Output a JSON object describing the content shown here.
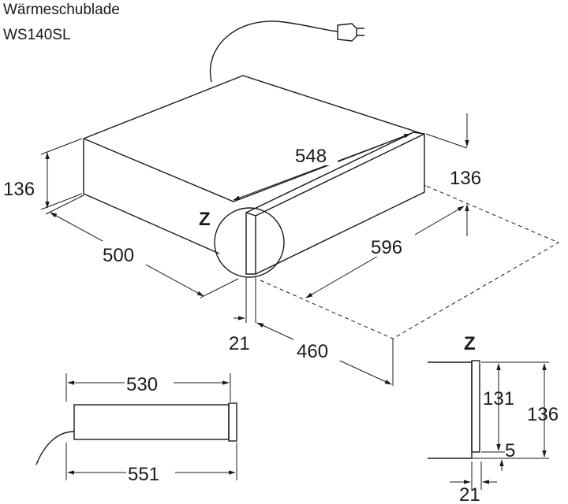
{
  "title": {
    "line1": "Wärmeschublade",
    "line2": "WS140SL"
  },
  "dimensions": {
    "height_front": "136",
    "depth_top": "548",
    "height_side": "136",
    "depth_side": "500",
    "width_niche": "596",
    "panel_offset": "21",
    "niche_depth": "460",
    "top_width": "530",
    "bottom_width": "551",
    "detail_inner": "131",
    "detail_outer": "136",
    "detail_gap": "5",
    "detail_thickness": "21"
  },
  "labels": {
    "detail_marker": "Z",
    "detail_title": "Z"
  }
}
